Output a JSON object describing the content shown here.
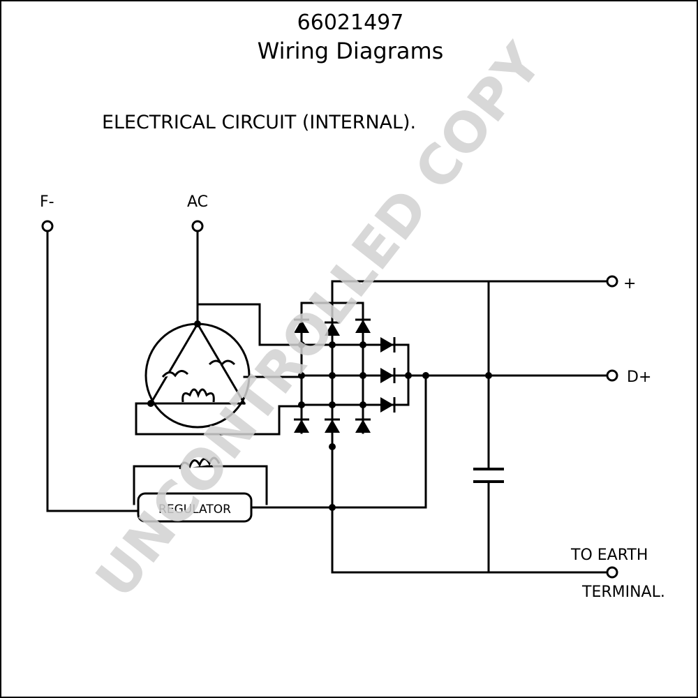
{
  "header": {
    "part_number": "66021497",
    "subtitle": "Wiring Diagrams"
  },
  "diagram": {
    "heading": "ELECTRICAL CIRCUIT (INTERNAL).",
    "terminals": {
      "f_minus": "F-",
      "ac": "AC",
      "plus": "+",
      "d_plus": "D+",
      "earth_line1": "TO EARTH",
      "earth_line2": "TERMINAL."
    },
    "regulator_label": "REGULATOR"
  },
  "watermark": "UNCONTROLLED COPY"
}
